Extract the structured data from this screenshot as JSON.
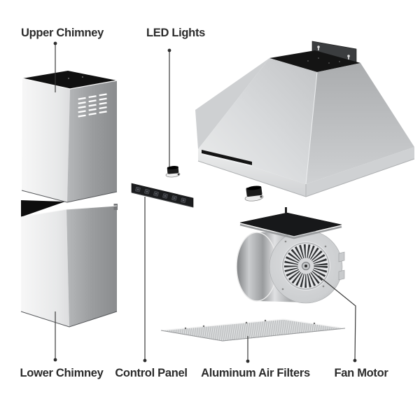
{
  "page": {
    "background": "#ffffff"
  },
  "callouts": [
    {
      "id": "upper-chimney",
      "label": "Upper Chimney",
      "position": "top-left"
    },
    {
      "id": "led-lights",
      "label": "LED Lights",
      "position": "top-center"
    },
    {
      "id": "lower-chimney",
      "label": "Lower Chimney",
      "position": "bottom-left"
    },
    {
      "id": "control-panel",
      "label": "Control Panel",
      "position": "bottom-center-left"
    },
    {
      "id": "aluminum-air-filters",
      "label": "Aluminum Air Filters",
      "position": "bottom-center-right"
    },
    {
      "id": "fan-motor",
      "label": "Fan Motor",
      "position": "bottom-right"
    }
  ],
  "colors": {
    "label_text": "#2b2b2b",
    "leader_line": "#3a3a3a",
    "steel_light": "#e9eaec",
    "steel_mid": "#c6c8ca",
    "steel_dark": "#8e9092",
    "panel_black": "#1b1c1e",
    "opening_black": "#141414"
  }
}
